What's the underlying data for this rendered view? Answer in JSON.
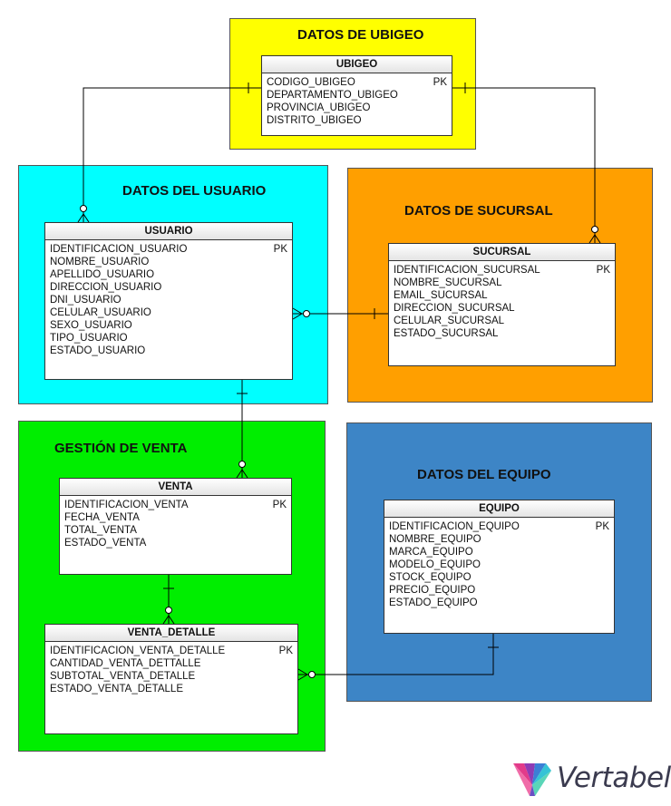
{
  "areas": {
    "ubigeo": {
      "title": "DATOS DE UBIGEO",
      "color": "#ffff00"
    },
    "usuario": {
      "title": "DATOS DEL USUARIO",
      "color": "#00ffff"
    },
    "sucursal": {
      "title": "DATOS DE SUCURSAL",
      "color": "#ff9f00"
    },
    "venta": {
      "title": "GESTIÓN DE VENTA",
      "color": "#00ee00"
    },
    "equipo": {
      "title": "DATOS DEL EQUIPO",
      "color": "#3d85c6"
    }
  },
  "tables": {
    "ubigeo": {
      "name": "UBIGEO",
      "columns": [
        "CODIGO_UBIGEO",
        "DEPARTAMENTO_UBIGEO",
        "PROVINCIA_UBIGEO",
        "DISTRITO_UBIGEO"
      ],
      "pk": "PK"
    },
    "usuario": {
      "name": "USUARIO",
      "columns": [
        "IDENTIFICACION_USUARIO",
        "NOMBRE_USUARIO",
        "APELLIDO_USUARIO",
        "DIRECCION_USUARIO",
        "DNI_USUARIO",
        "CELULAR_USUARIO",
        "SEXO_USUARIO",
        "TIPO_USUARIO",
        "ESTADO_USUARIO"
      ],
      "pk": "PK"
    },
    "sucursal": {
      "name": "SUCURSAL",
      "columns": [
        "IDENTIFICACION_SUCURSAL",
        "NOMBRE_SUCURSAL",
        "EMAIL_SUCURSAL",
        "DIRECCION_SUCURSAL",
        "CELULAR_SUCURSAL",
        "ESTADO_SUCURSAL"
      ],
      "pk": "PK"
    },
    "venta": {
      "name": "VENTA",
      "columns": [
        "IDENTIFICACION_VENTA",
        "FECHA_VENTA",
        "TOTAL_VENTA",
        "ESTADO_VENTA"
      ],
      "pk": "PK"
    },
    "venta_detalle": {
      "name": "VENTA_DETALLE",
      "columns": [
        "IDENTIFICACION_VENTA_DETALLE",
        "CANTIDAD_VENTA_DETTALLE",
        "SUBTOTAL_VENTA_DETALLE",
        "ESTADO_VENTA_DETALLE"
      ],
      "pk": "PK"
    },
    "equipo": {
      "name": "EQUIPO",
      "columns": [
        "IDENTIFICACION_EQUIPO",
        "NOMBRE_EQUIPO",
        "MARCA_EQUIPO",
        "MODELO_EQUIPO",
        "STOCK_EQUIPO",
        "PRECIO_EQUIPO",
        "ESTADO_EQUIPO"
      ],
      "pk": "PK"
    }
  },
  "relationships": [
    {
      "from": "ubigeo",
      "to": "usuario",
      "type": "one-to-many"
    },
    {
      "from": "ubigeo",
      "to": "sucursal",
      "type": "one-to-many"
    },
    {
      "from": "sucursal",
      "to": "usuario",
      "type": "one-to-many"
    },
    {
      "from": "usuario",
      "to": "venta",
      "type": "one-to-many"
    },
    {
      "from": "venta",
      "to": "venta_detalle",
      "type": "one-to-many"
    },
    {
      "from": "equipo",
      "to": "venta_detalle",
      "type": "one-to-many"
    }
  ],
  "logo": {
    "text": "Vertabelo"
  }
}
